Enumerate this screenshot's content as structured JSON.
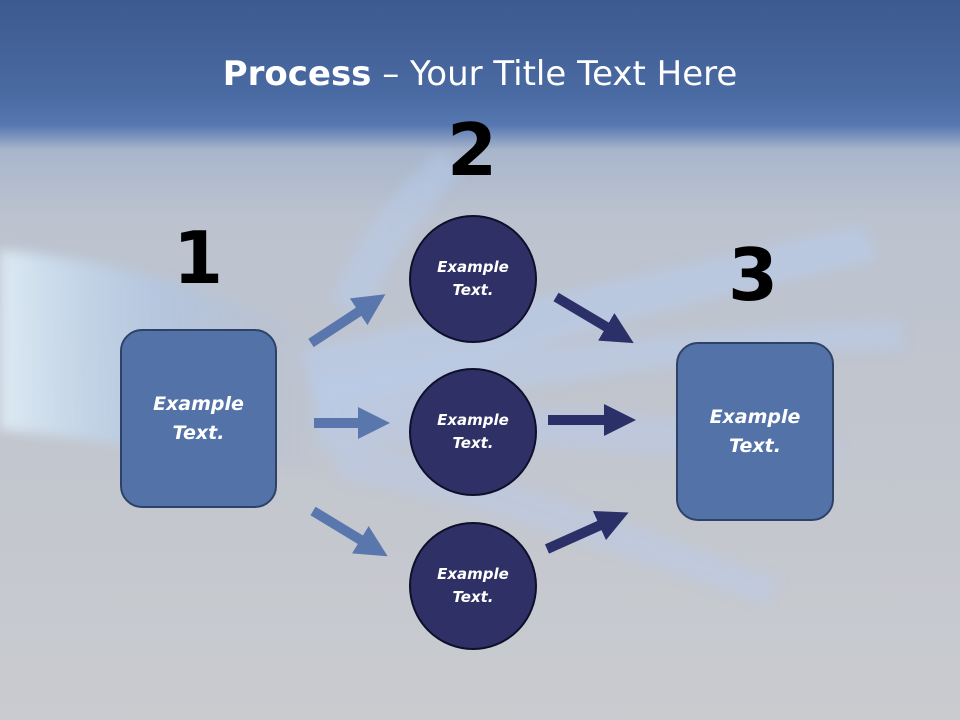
{
  "title": {
    "bold": "Process",
    "rest": " – Your Title Text Here"
  },
  "steps": [
    {
      "number": "1",
      "text": "Example\nText."
    },
    {
      "number": "2",
      "nodes": [
        "Example\nText.",
        "Example\nText.",
        "Example\nText."
      ]
    },
    {
      "number": "3",
      "text": "Example\nText."
    }
  ],
  "colors": {
    "box_fill": "#5372a8",
    "circle_fill": "#2f3065",
    "arrow_left": "#5a77ad",
    "arrow_right": "#2c3068"
  }
}
